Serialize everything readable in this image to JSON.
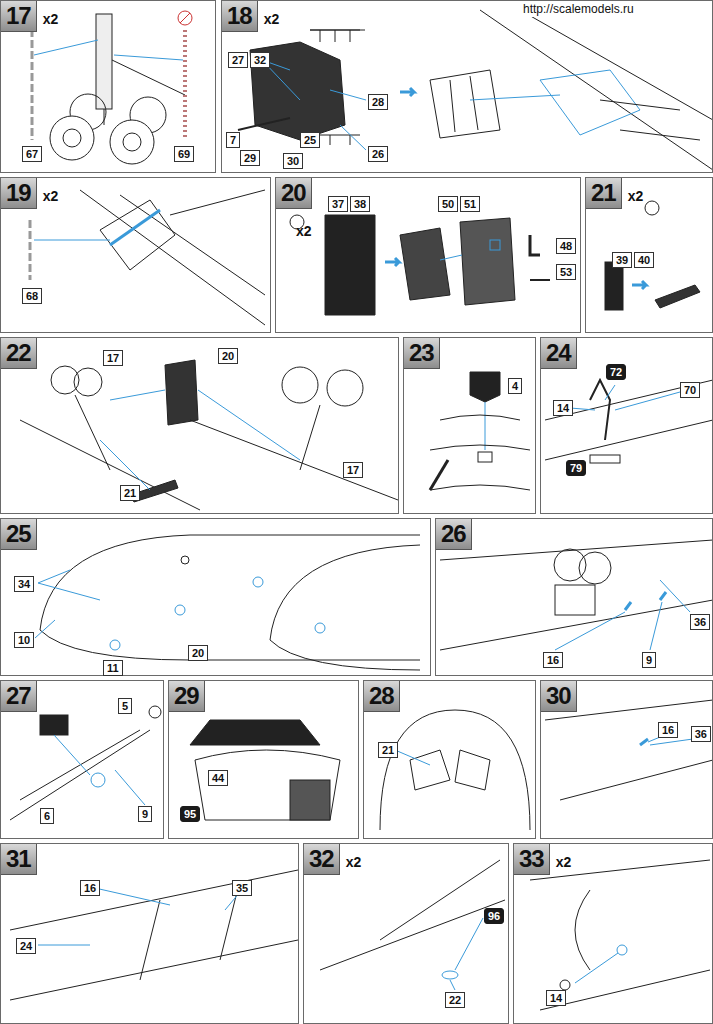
{
  "diagram": {
    "nodes": [
      {
        "text": [
          "17",
          "x2"
        ]
      },
      {
        "text": [
          "18",
          "x2"
        ]
      },
      {
        "text": [
          "19",
          "x2"
        ]
      },
      {
        "text": [
          "20",
          "x2"
        ]
      },
      {
        "text": [
          "21",
          "x2"
        ]
      },
      {
        "text": [
          "22"
        ]
      },
      {
        "text": [
          "23"
        ]
      },
      {
        "text": [
          "24"
        ]
      },
      {
        "text": [
          "25"
        ]
      },
      {
        "text": [
          "26"
        ]
      },
      {
        "text": [
          "27"
        ]
      },
      {
        "text": [
          "29"
        ]
      },
      {
        "text": [
          "28"
        ]
      },
      {
        "text": [
          "30"
        ]
      },
      {
        "text": [
          "31"
        ]
      },
      {
        "text": [
          "32",
          "x2"
        ]
      },
      {
        "text": [
          "33",
          "x2"
        ]
      }
    ],
    "labels": [
      "http://scalemodels.ru",
      "67",
      "69",
      "27",
      "32",
      "28",
      "7",
      "25",
      "29",
      "30",
      "26",
      "68",
      "37",
      "38",
      "50",
      "51",
      "48",
      "53",
      "39",
      "40",
      "17",
      "20",
      "17",
      "21",
      "4",
      "72",
      "70",
      "14",
      "79",
      "34",
      "10",
      "11",
      "20",
      "36",
      "16",
      "9",
      "6",
      "5",
      "9",
      "44",
      "95",
      "21",
      "16",
      "36",
      "16",
      "35",
      "24",
      "96",
      "22",
      "14"
    ]
  }
}
